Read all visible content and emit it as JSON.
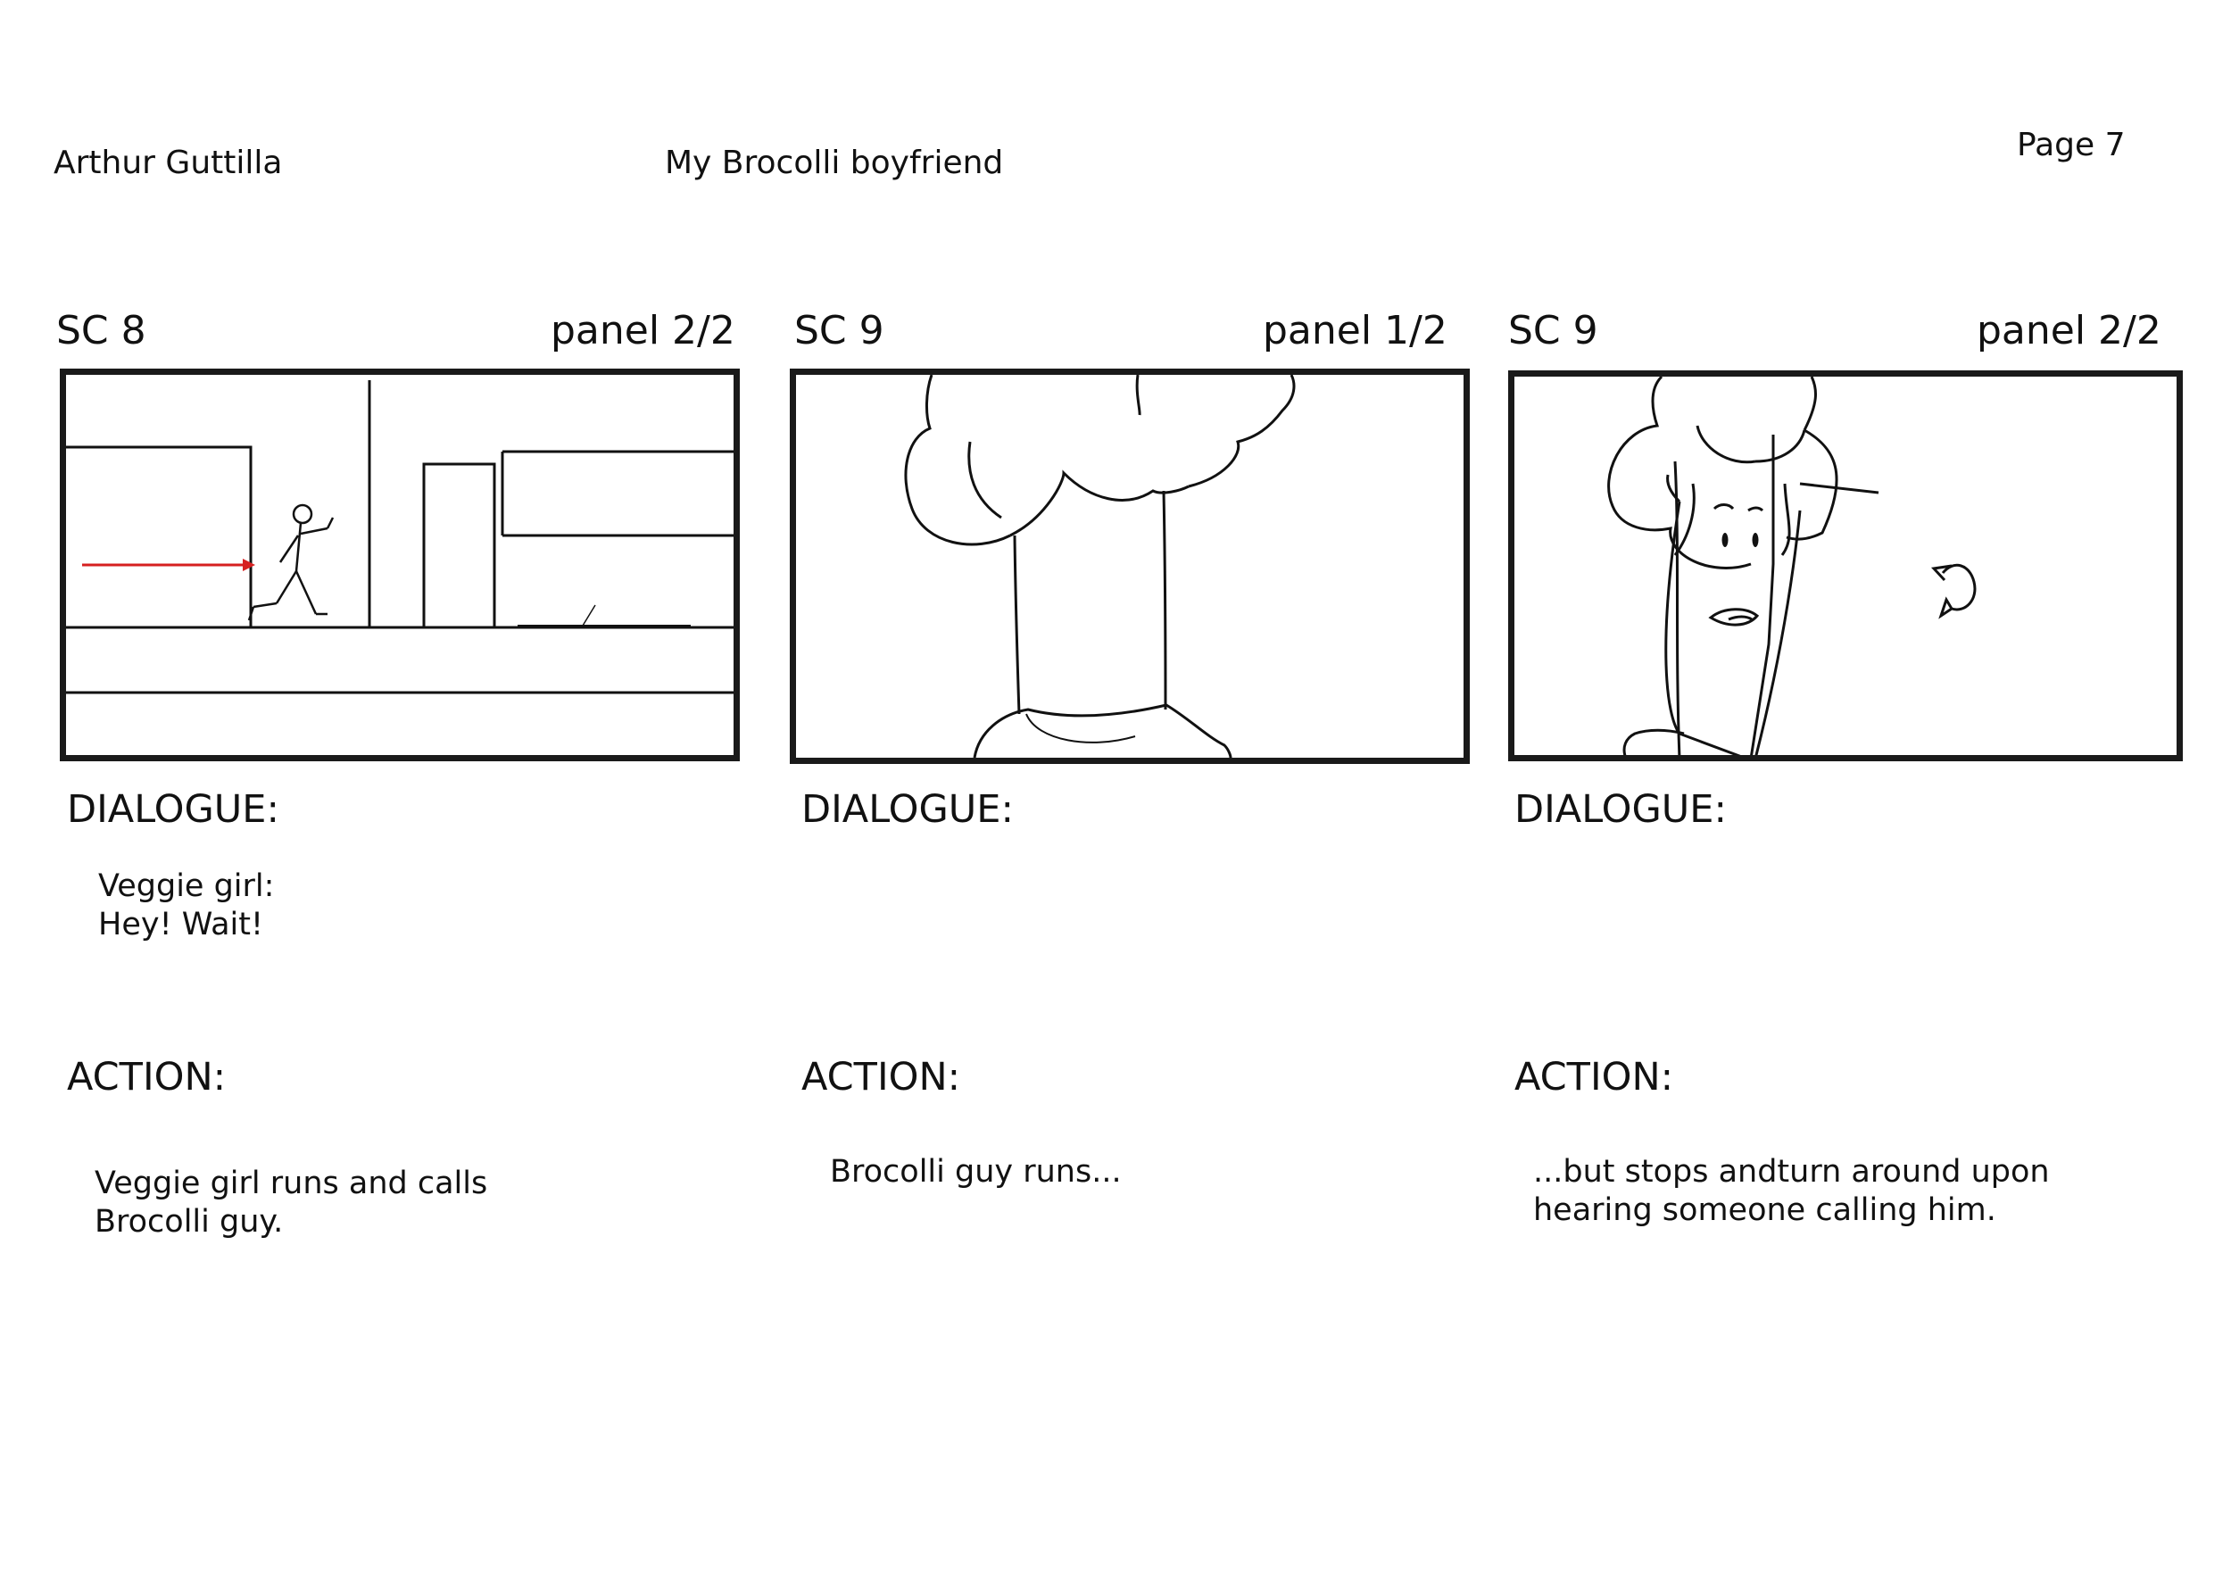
{
  "header": {
    "author": "Arthur  Guttilla",
    "project_title": "My Brocolli boyfriend",
    "page": "Page 7"
  },
  "panels": [
    {
      "scene": "SC 8",
      "panel": "panel 2/2",
      "dialogue_label": "DIALOGUE:",
      "dialogue_lines": [
        "Veggie girl:",
        "Hey! Wait!"
      ],
      "action_label": "ACTION:",
      "action_lines": [
        "Veggie girl runs and calls",
        "Brocolli guy."
      ]
    },
    {
      "scene": "SC 9",
      "panel": "panel 1/2",
      "dialogue_label": "DIALOGUE:",
      "dialogue_lines": [],
      "action_label": "ACTION:",
      "action_lines": [
        "Brocolli guy runs..."
      ]
    },
    {
      "scene": "SC 9",
      "panel": "panel  2/2",
      "dialogue_label": "DIALOGUE:",
      "dialogue_lines": [],
      "action_label": "ACTION:",
      "action_lines": [
        "...but stops andturn around upon",
        "hearing someone calling him."
      ]
    }
  ],
  "colors": {
    "frame_border": "#1a1a1a",
    "motion_arrow": "#d62020"
  }
}
